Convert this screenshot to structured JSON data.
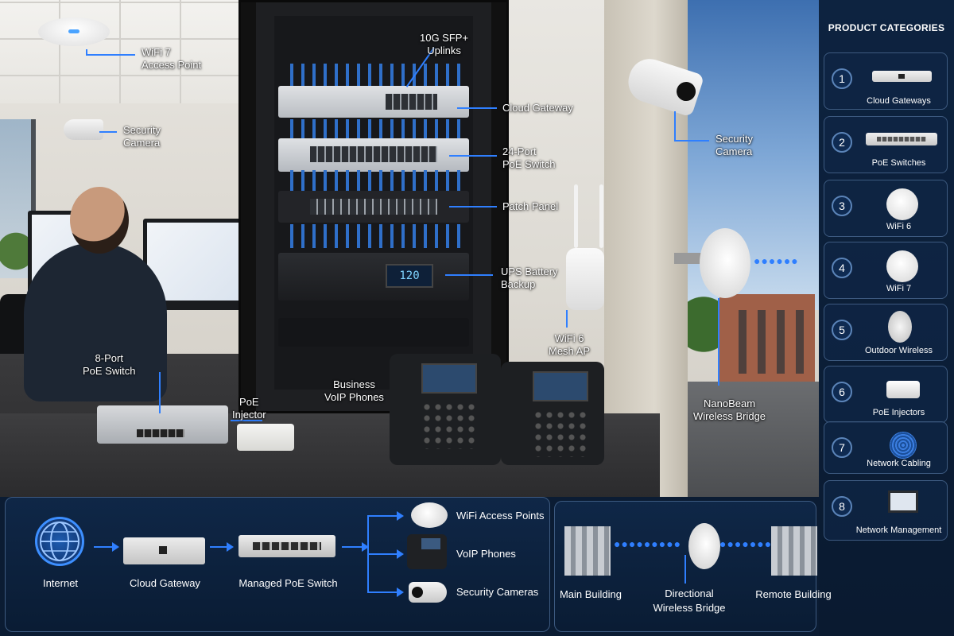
{
  "scene": {
    "callouts": {
      "wifi7_ap": "WiFi 7\nAccess Point",
      "security_camera_indoor": "Security\nCamera",
      "uplinks": "10G SFP+\nUplinks",
      "cloud_gateway": "Cloud Gateway",
      "poe_switch_24": "24-Port\nPoE Switch",
      "patch_panel": "Patch Panel",
      "ups": "UPS Battery\nBackup",
      "security_camera_outdoor": "Security\nCamera",
      "mesh_ap": "WiFi 6\nMesh AP",
      "nanobeam": "NanoBeam\nWireless Bridge",
      "poe_switch_8": "8-Port\nPoE Switch",
      "poe_injector": "PoE\nInjector",
      "voip_phones": "Business\nVoIP Phones"
    },
    "ups_display": "120"
  },
  "sidebar": {
    "title": "PRODUCT CATEGORIES",
    "items": [
      {
        "num": "1",
        "label": "Cloud Gateways",
        "icon": "gateway-icon"
      },
      {
        "num": "2",
        "label": "PoE Switches",
        "icon": "switch-icon"
      },
      {
        "num": "3",
        "label": "WiFi 6",
        "icon": "access-point-icon"
      },
      {
        "num": "4",
        "label": "WiFi 7",
        "icon": "access-point-icon"
      },
      {
        "num": "5",
        "label": "Outdoor Wireless",
        "icon": "dish-antenna-icon"
      },
      {
        "num": "6",
        "label": "PoE Injectors",
        "icon": "injector-icon"
      },
      {
        "num": "7",
        "label": "Network Cabling",
        "icon": "cable-spool-icon"
      },
      {
        "num": "8",
        "label": "Network Management",
        "icon": "monitor-icon"
      }
    ]
  },
  "flow": {
    "internet": "Internet",
    "gateway": "Cloud Gateway",
    "switch": "Managed PoE Switch",
    "endpoints": [
      "WiFi Access Points",
      "VoIP Phones",
      "Security Cameras"
    ]
  },
  "bridge": {
    "main": "Main Building",
    "link": "Directional\nWireless Bridge",
    "remote": "Remote Building"
  },
  "colors": {
    "accent": "#2f7fff",
    "panel": "#0d2340",
    "panel_border": "#3d5a80"
  }
}
